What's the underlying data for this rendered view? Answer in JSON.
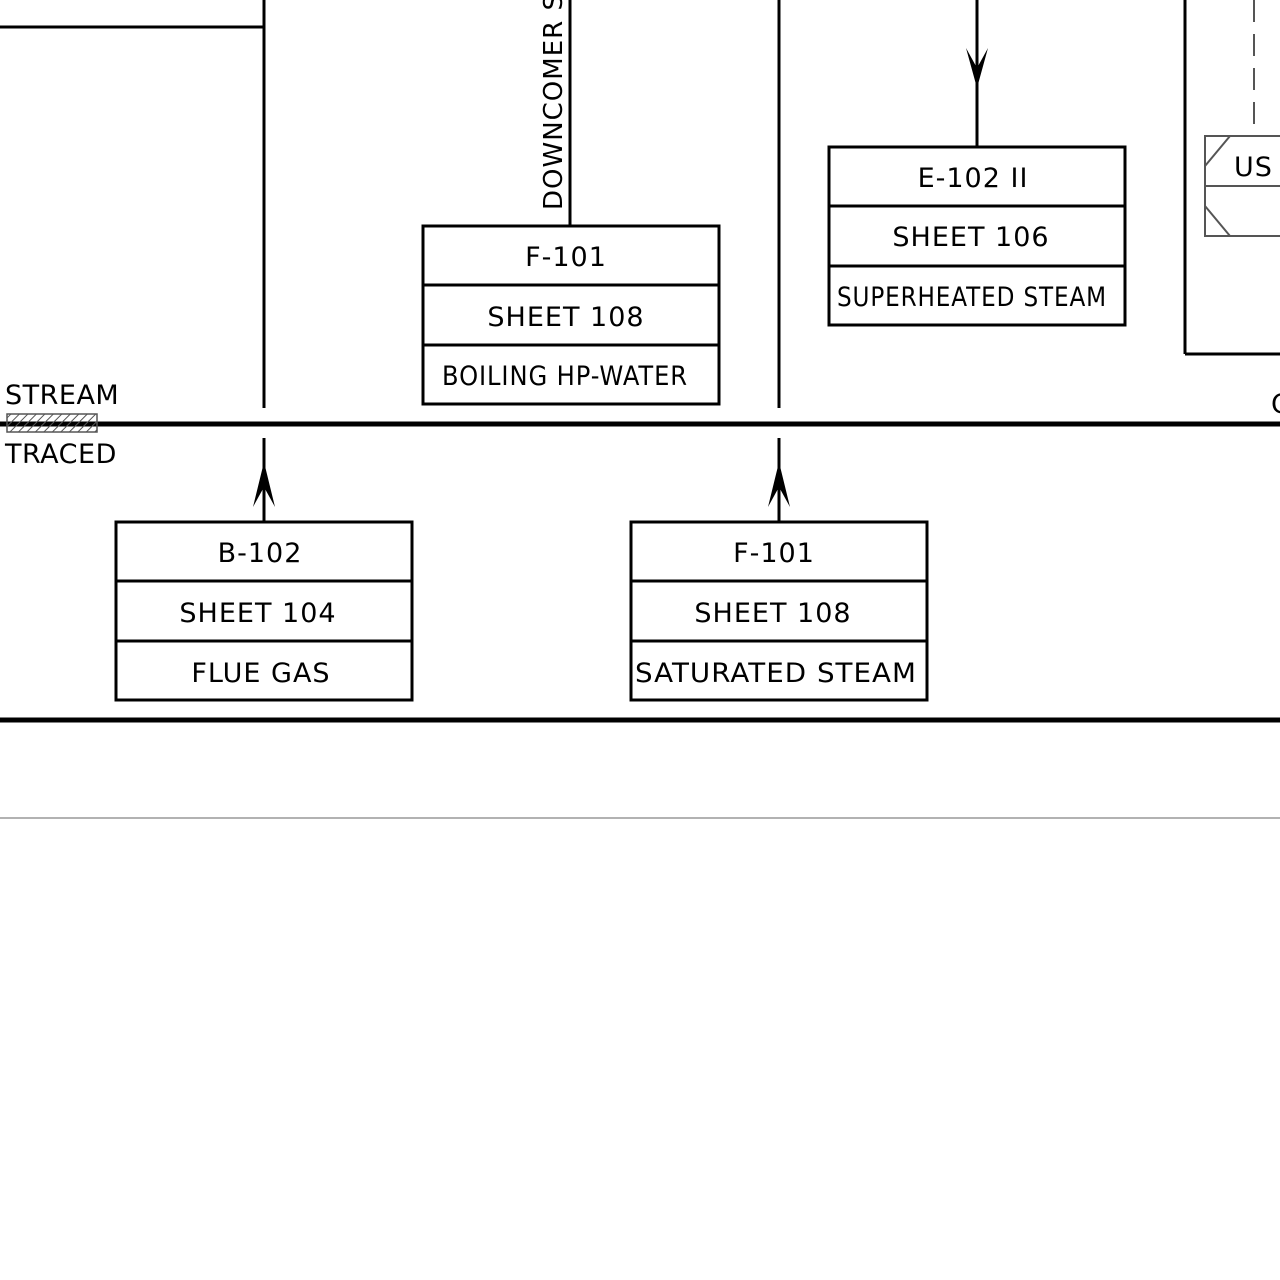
{
  "colors": {
    "line": "#000000",
    "background": "#ffffff",
    "separator": "#999999",
    "hatch": "#555555"
  },
  "legend": {
    "top_label": "STREAM",
    "bottom_label": "TRACED"
  },
  "downcomer_label": "DOWNCOMER S",
  "cut_off_box_label": "US",
  "edge_fragment_label": "C",
  "connector_boxes": [
    {
      "tag": "F-101",
      "sheet": "SHEET 108",
      "stream": "BOILING HP-WATER"
    },
    {
      "tag": "E-102 II",
      "sheet": "SHEET 106",
      "stream": "SUPERHEATED STEAM"
    },
    {
      "tag": "B-102",
      "sheet": "SHEET 104",
      "stream": "FLUE GAS"
    },
    {
      "tag": "F-101",
      "sheet": "SHEET 108",
      "stream": "SATURATED STEAM"
    }
  ]
}
